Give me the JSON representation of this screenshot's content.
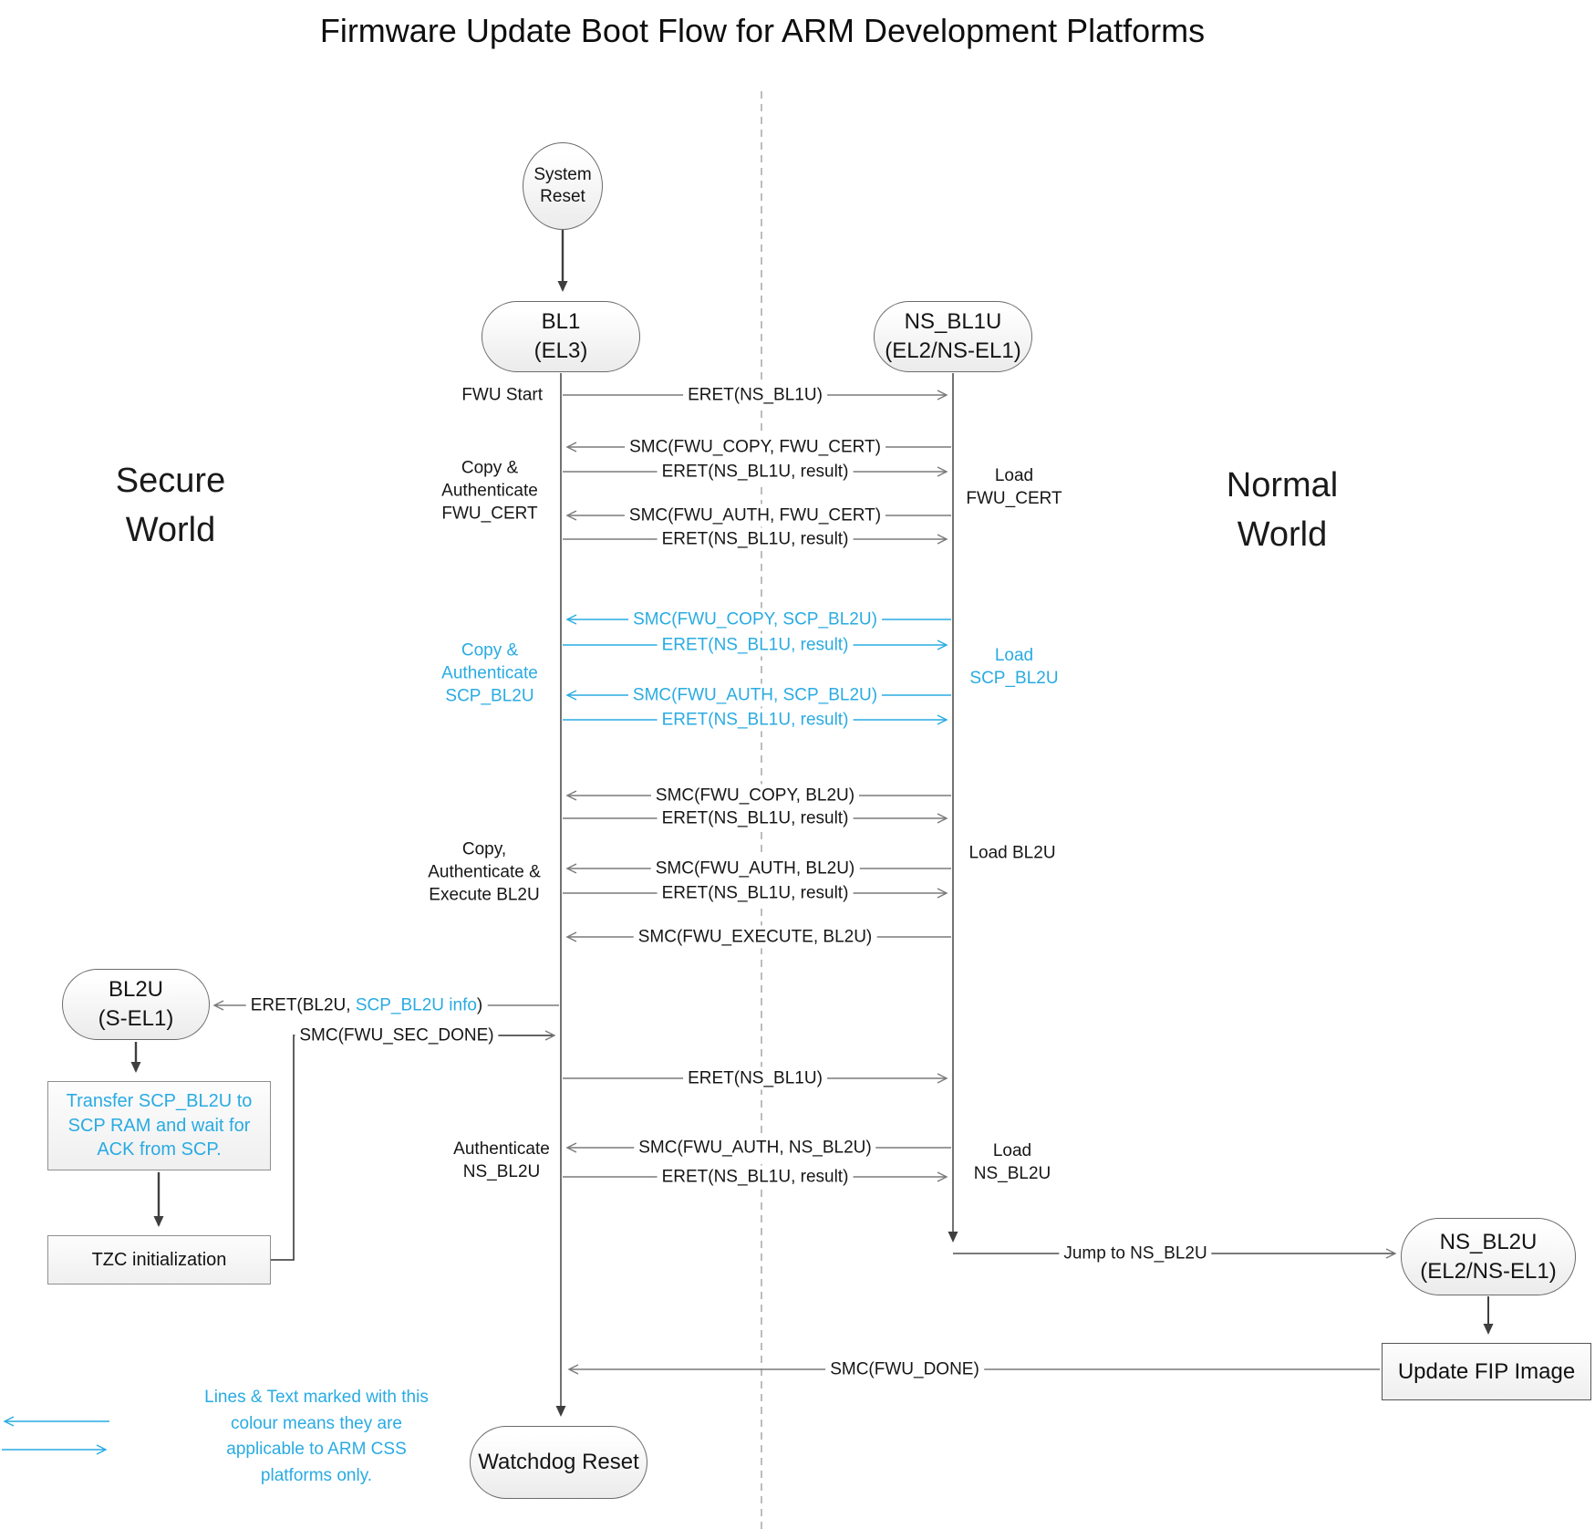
{
  "title": "Firmware Update Boot Flow for ARM Development Platforms",
  "regions": {
    "secure_world": "Secure World",
    "normal_world": "Normal World"
  },
  "nodes": {
    "system_reset": {
      "line1": "System",
      "line2": "Reset"
    },
    "bl1": {
      "line1": "BL1",
      "line2": "(EL3)"
    },
    "ns_bl1u": {
      "line1": "NS_BL1U",
      "line2": "(EL2/NS-EL1)"
    },
    "bl2u": {
      "line1": "BL2U",
      "line2": "(S-EL1)"
    },
    "ns_bl2u": {
      "line1": "NS_BL2U",
      "line2": "(EL2/NS-EL1)"
    },
    "watchdog_reset": {
      "label": "Watchdog Reset"
    }
  },
  "boxes": {
    "transfer_scp_bl2u": "Transfer SCP_BL2U to SCP RAM and wait for ACK from SCP.",
    "tzc_init": "TZC initialization",
    "update_fip": "Update FIP Image"
  },
  "messages": {
    "eret_ns_bl1u": "ERET(NS_BL1U)",
    "smc_fwu_copy_fwu_cert": "SMC(FWU_COPY, FWU_CERT)",
    "eret_ns_bl1u_result": "ERET(NS_BL1U, result)",
    "smc_fwu_auth_fwu_cert": "SMC(FWU_AUTH, FWU_CERT)",
    "smc_fwu_copy_scp_bl2u": "SMC(FWU_COPY, SCP_BL2U)",
    "smc_fwu_auth_scp_bl2u": "SMC(FWU_AUTH, SCP_BL2U)",
    "smc_fwu_copy_bl2u": "SMC(FWU_COPY, BL2U)",
    "smc_fwu_auth_bl2u": "SMC(FWU_AUTH, BL2U)",
    "smc_fwu_execute_bl2u": "SMC(FWU_EXECUTE, BL2U)",
    "eret_bl2u_prefix": "ERET(BL2U, ",
    "eret_bl2u_css": "SCP_BL2U info",
    "eret_bl2u_suffix": ")",
    "smc_fwu_sec_done": "SMC(FWU_SEC_DONE)",
    "smc_fwu_auth_ns_bl2u": "SMC(FWU_AUTH, NS_BL2U)",
    "jump_to_ns_bl2u": "Jump to NS_BL2U",
    "smc_fwu_done": "SMC(FWU_DONE)"
  },
  "annotations": {
    "fwu_start": "FWU Start",
    "copy_auth_fwu_cert": "Copy & Authenticate FWU_CERT",
    "load_fwu_cert": "Load FWU_CERT",
    "copy_auth_scp_bl2u": "Copy & Authenticate SCP_BL2U",
    "load_scp_bl2u": "Load SCP_BL2U",
    "copy_auth_exec_bl2u": "Copy, Authenticate & Execute BL2U",
    "load_bl2u": "Load BL2U",
    "auth_ns_bl2u": "Authenticate NS_BL2U",
    "load_ns_bl2u": "Load NS_BL2U"
  },
  "legend": {
    "note": "Lines & Text marked with this colour means they are applicable to ARM CSS platforms only."
  },
  "colors": {
    "css_platform_blue": "#29ABE2",
    "message_line_gray": "#7a7a7a",
    "flow_arrow_dark": "#3f3f3f"
  }
}
